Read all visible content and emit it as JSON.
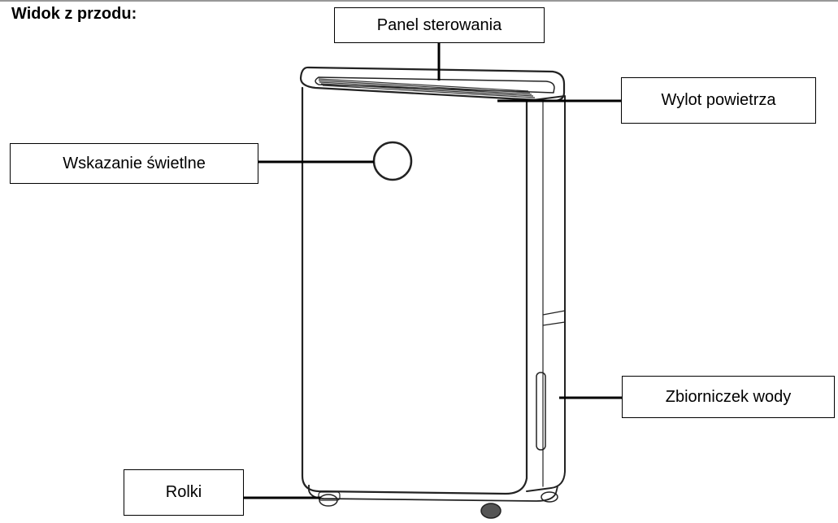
{
  "title": "Widok z przodu:",
  "callouts": {
    "control_panel": "Panel sterowania",
    "air_outlet": "Wylot powietrza",
    "light_indicator": "Wskazanie świetlne",
    "water_tank": "Zbiorniczek wody",
    "wheels": "Rolki"
  },
  "colors": {
    "line": "#000000",
    "outline": "#222222",
    "background": "#ffffff"
  }
}
